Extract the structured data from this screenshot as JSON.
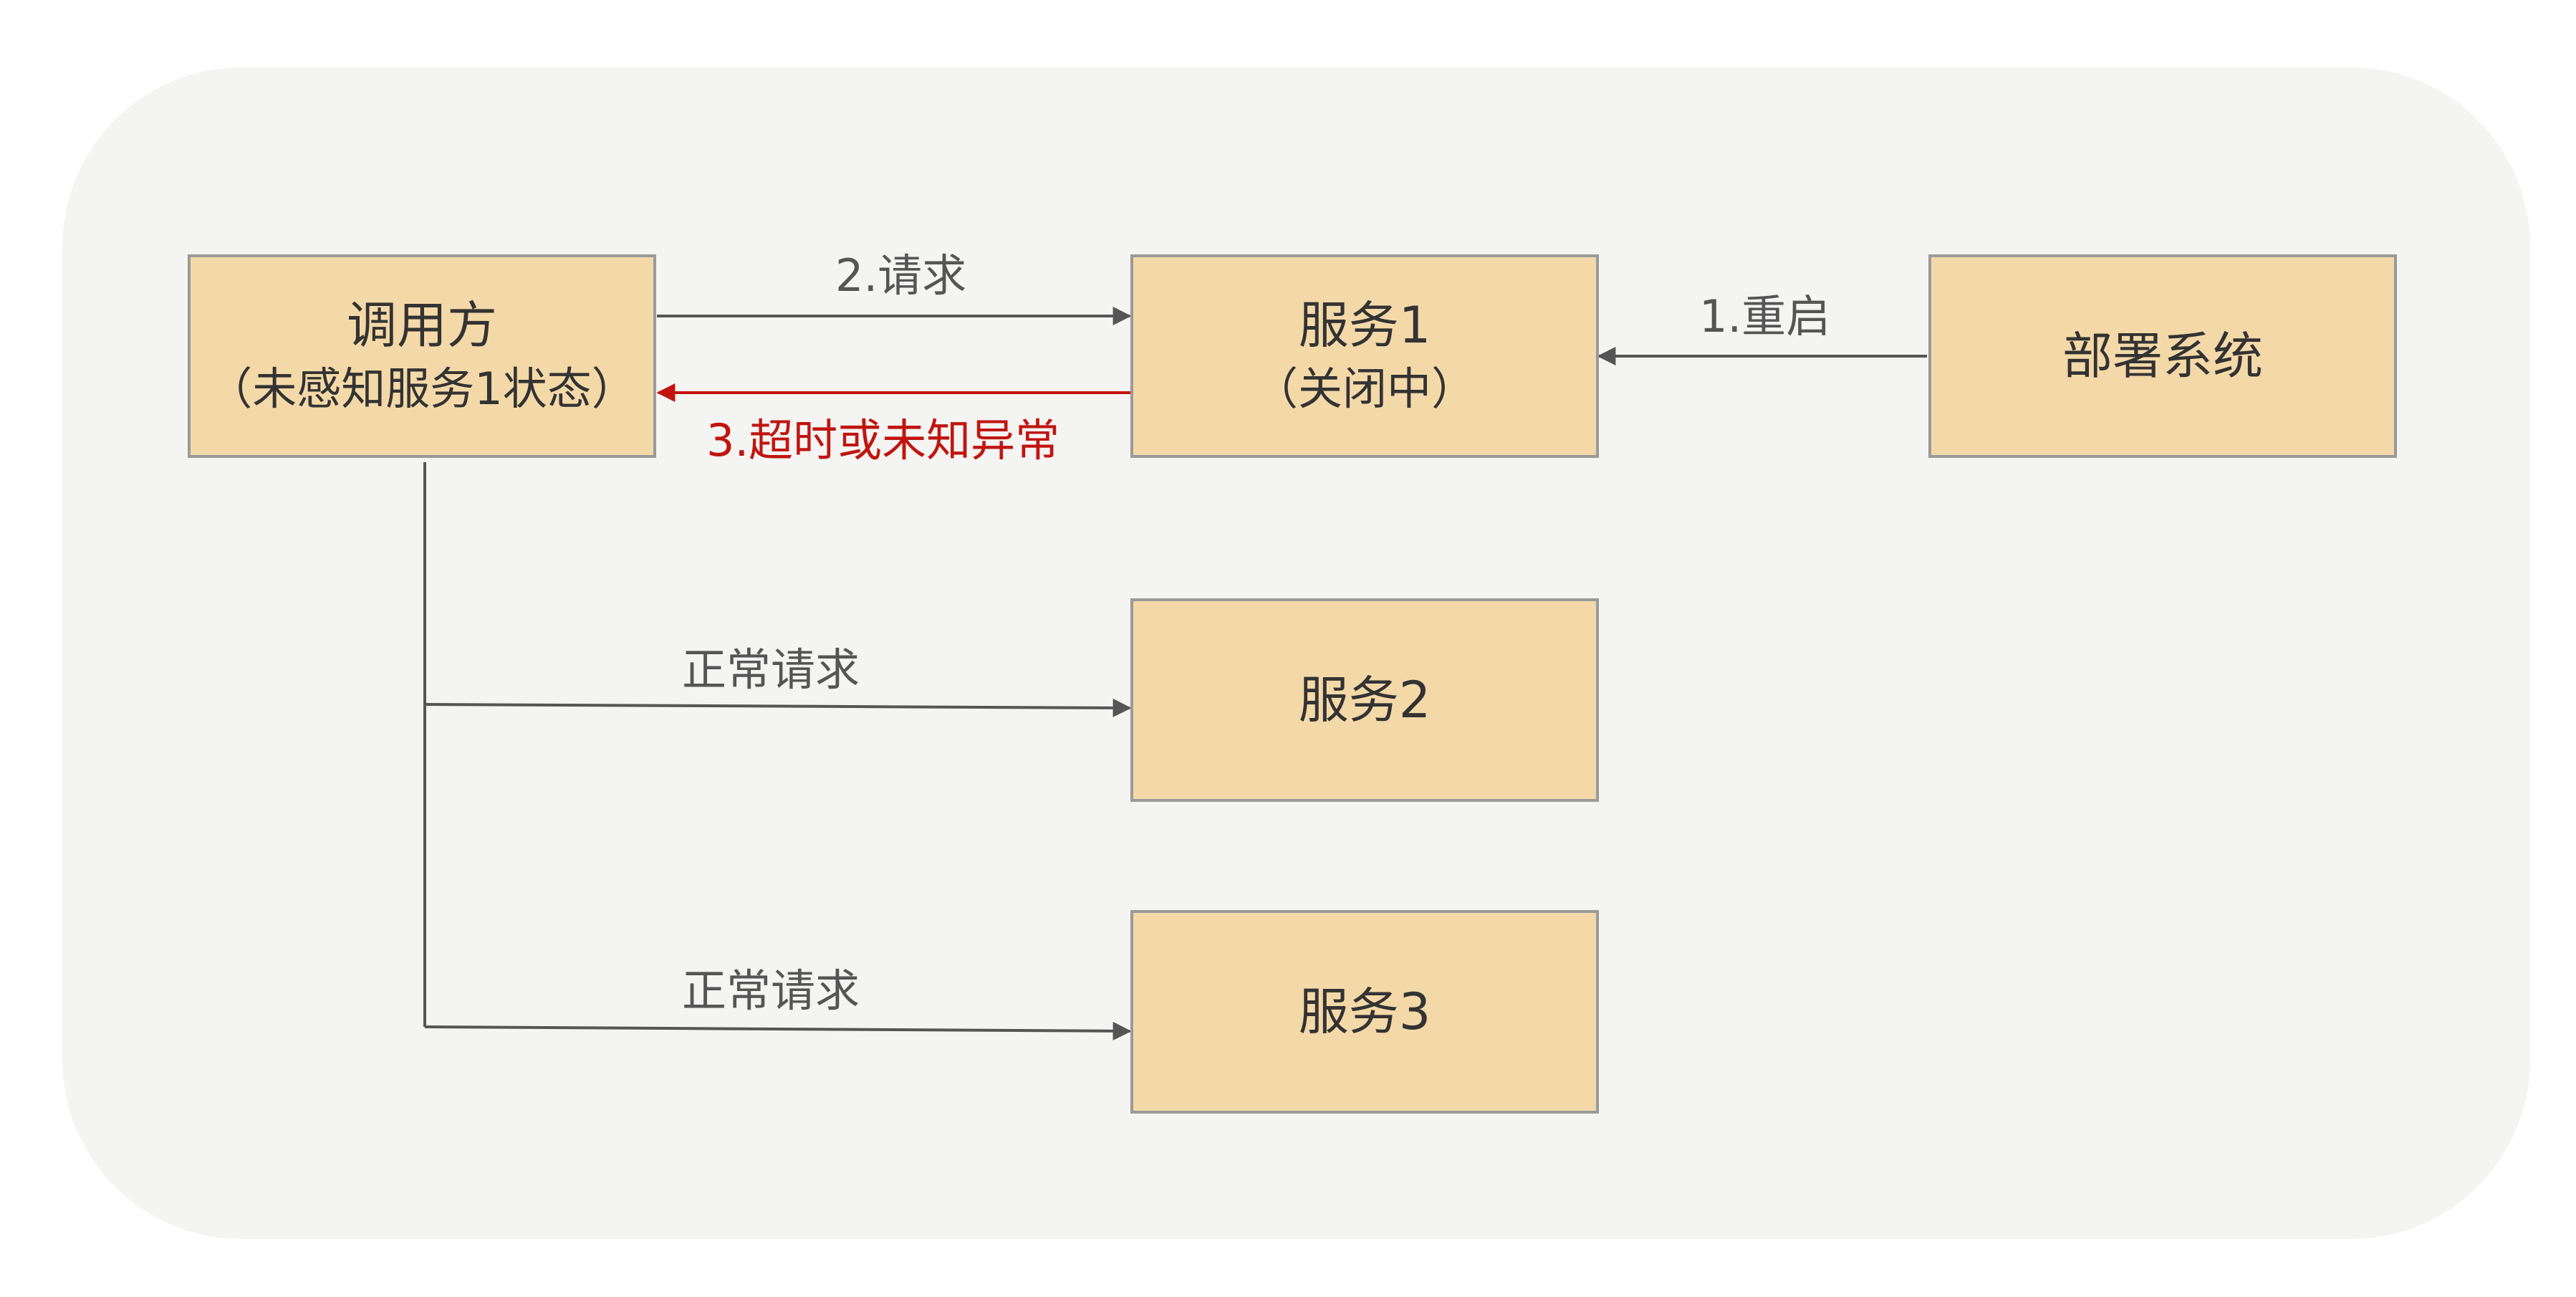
{
  "nodes": {
    "caller": {
      "title": "调用方",
      "subtitle": "（未感知服务1状态）"
    },
    "service1": {
      "title": "服务1",
      "subtitle": "（关闭中）"
    },
    "deploy": {
      "title": "部署系统"
    },
    "service2": {
      "title": "服务2"
    },
    "service3": {
      "title": "服务3"
    }
  },
  "edges": {
    "restart": "1.重启",
    "request": "2.请求",
    "timeout": "3.超时或未知异常",
    "normal_request_2": "正常请求",
    "normal_request_3": "正常请求"
  },
  "colors": {
    "panel": "#f4f4f3",
    "box_fill": "#f4d9a8",
    "box_border": "#9a9a9a",
    "arrow": "#555555",
    "error_arrow": "#c0150f"
  }
}
